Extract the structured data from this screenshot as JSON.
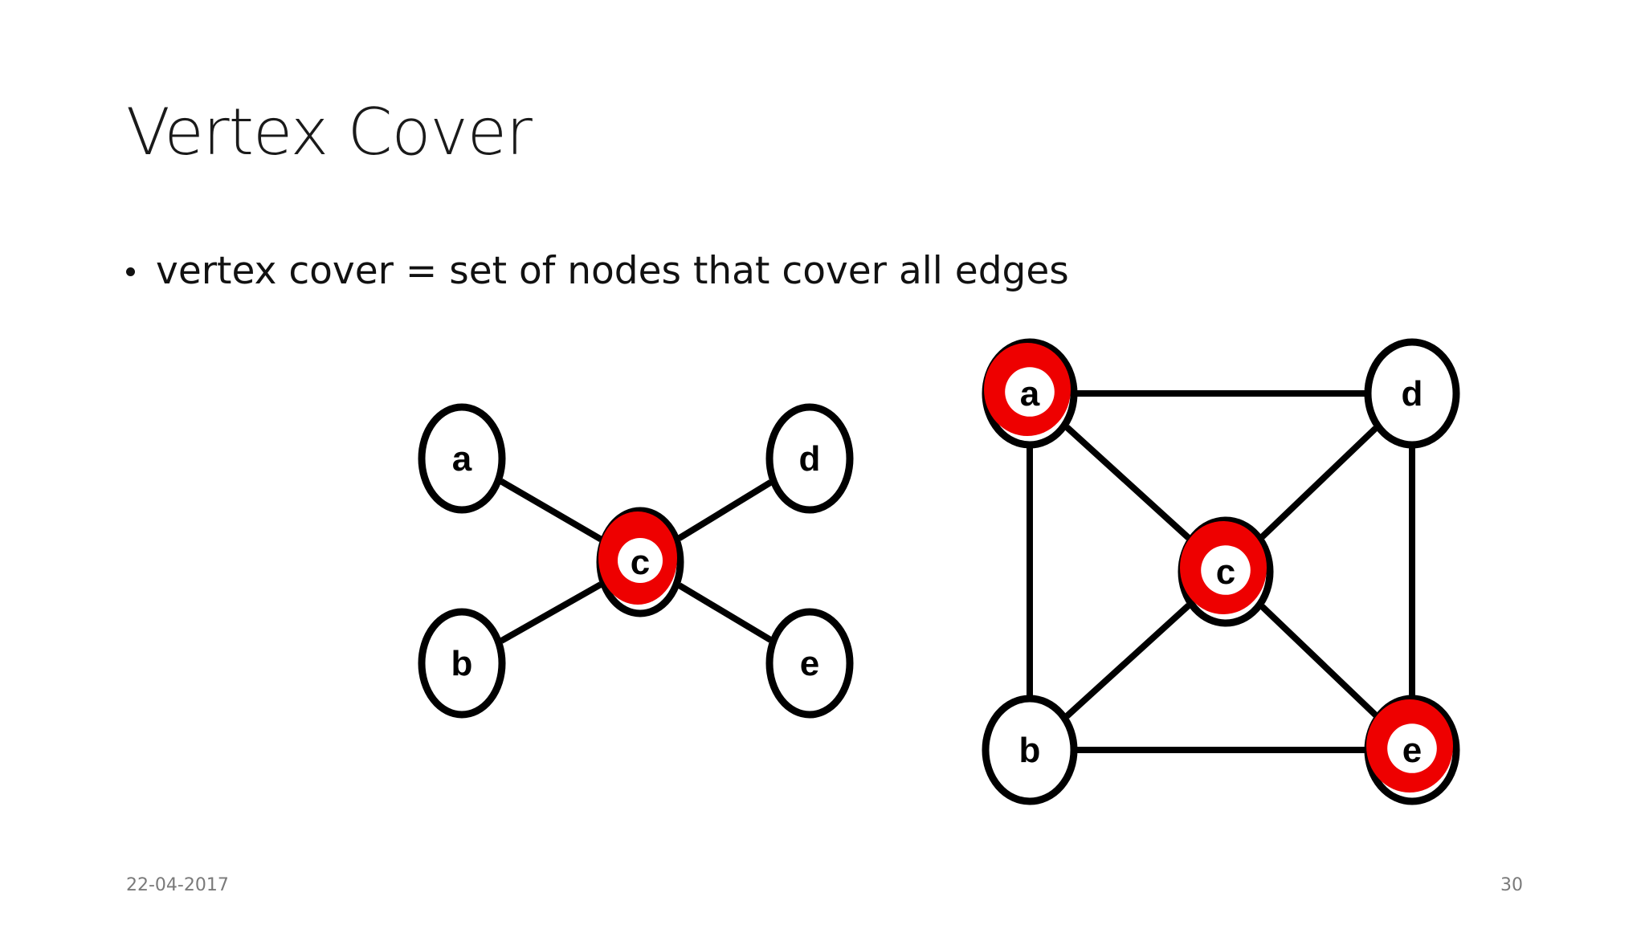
{
  "slide": {
    "title": "Vertex Cover",
    "bullet": "vertex cover = set of nodes that cover all edges",
    "date": "22-04-2017",
    "page_number": "30"
  },
  "colors": {
    "cover_node": "#ee0000",
    "node_outline": "#000000",
    "edge": "#000000"
  },
  "graphs": [
    {
      "nodes": [
        {
          "id": "a",
          "label": "a",
          "in_cover": false
        },
        {
          "id": "b",
          "label": "b",
          "in_cover": false
        },
        {
          "id": "c",
          "label": "c",
          "in_cover": true
        },
        {
          "id": "d",
          "label": "d",
          "in_cover": false
        },
        {
          "id": "e",
          "label": "e",
          "in_cover": false
        }
      ],
      "edges": [
        [
          "a",
          "c"
        ],
        [
          "b",
          "c"
        ],
        [
          "c",
          "d"
        ],
        [
          "c",
          "e"
        ]
      ]
    },
    {
      "nodes": [
        {
          "id": "a",
          "label": "a",
          "in_cover": true
        },
        {
          "id": "b",
          "label": "b",
          "in_cover": false
        },
        {
          "id": "c",
          "label": "c",
          "in_cover": true
        },
        {
          "id": "d",
          "label": "d",
          "in_cover": false
        },
        {
          "id": "e",
          "label": "e",
          "in_cover": true
        }
      ],
      "edges": [
        [
          "a",
          "d"
        ],
        [
          "a",
          "b"
        ],
        [
          "a",
          "c"
        ],
        [
          "d",
          "c"
        ],
        [
          "d",
          "e"
        ],
        [
          "c",
          "b"
        ],
        [
          "c",
          "e"
        ],
        [
          "b",
          "e"
        ]
      ]
    }
  ]
}
